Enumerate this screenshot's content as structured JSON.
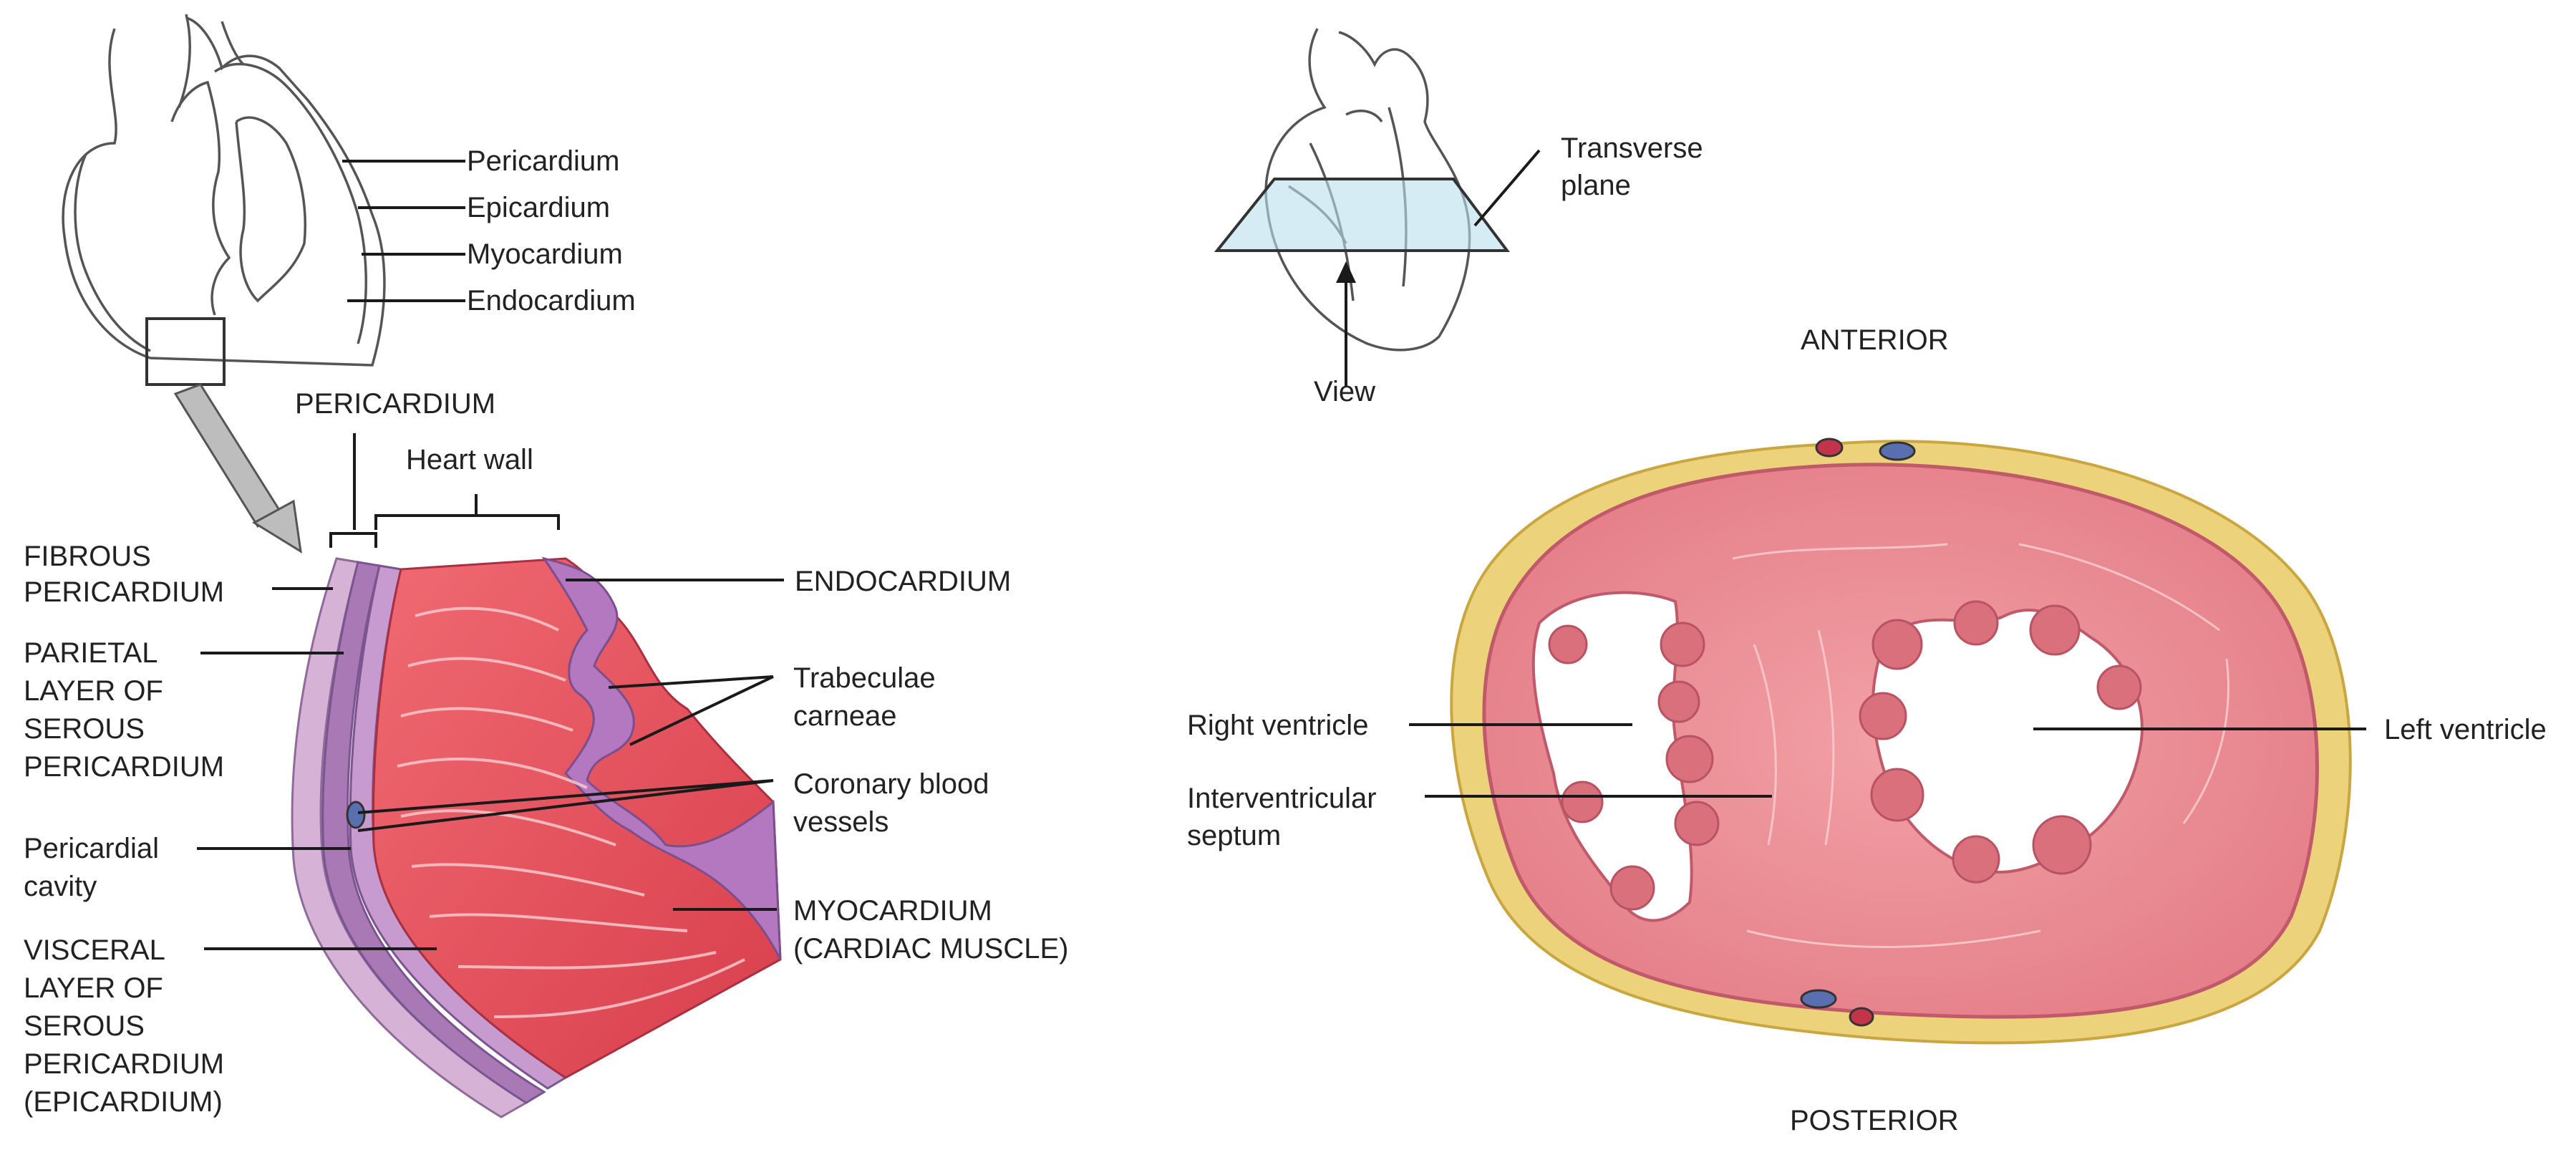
{
  "colors": {
    "myocardium": "#e8535f",
    "myocardium_dark": "#c8404e",
    "endocardium": "#b57bc2",
    "pericardium": "#c89ac8",
    "fat": "#ecd27a",
    "cross_section": "#e98890",
    "plane": "#b9dfec"
  },
  "top_left_panel": {
    "pericardium": "Pericardium",
    "epicardium": "Epicardium",
    "myocardium": "Myocardium",
    "endocardium": "Endocardium"
  },
  "wall_panel": {
    "pericardium_heading": "PERICARDIUM",
    "heart_wall": "Heart wall",
    "fibrous_pericardium": [
      "FIBROUS",
      "PERICARDIUM"
    ],
    "parietal_layer": [
      "PARIETAL",
      "LAYER OF",
      "SEROUS",
      "PERICARDIUM"
    ],
    "pericardial_cavity": [
      "Pericardial",
      "cavity"
    ],
    "visceral_layer": [
      "VISCERAL",
      "LAYER OF",
      "SEROUS",
      "PERICARDIUM",
      "(EPICARDIUM)"
    ],
    "endocardium": "ENDOCARDIUM",
    "trabeculae": [
      "Trabeculae",
      "carneae"
    ],
    "coronary": [
      "Coronary blood",
      "vessels"
    ],
    "myocardium": [
      "MYOCARDIUM",
      "(CARDIAC MUSCLE)"
    ]
  },
  "section_panel": {
    "transverse_plane": [
      "Transverse",
      "plane"
    ],
    "view": "View",
    "anterior": "ANTERIOR",
    "posterior": "POSTERIOR",
    "right_ventricle": "Right ventricle",
    "left_ventricle": "Left ventricle",
    "interventricular_septum": [
      "Interventricular",
      "septum"
    ]
  }
}
